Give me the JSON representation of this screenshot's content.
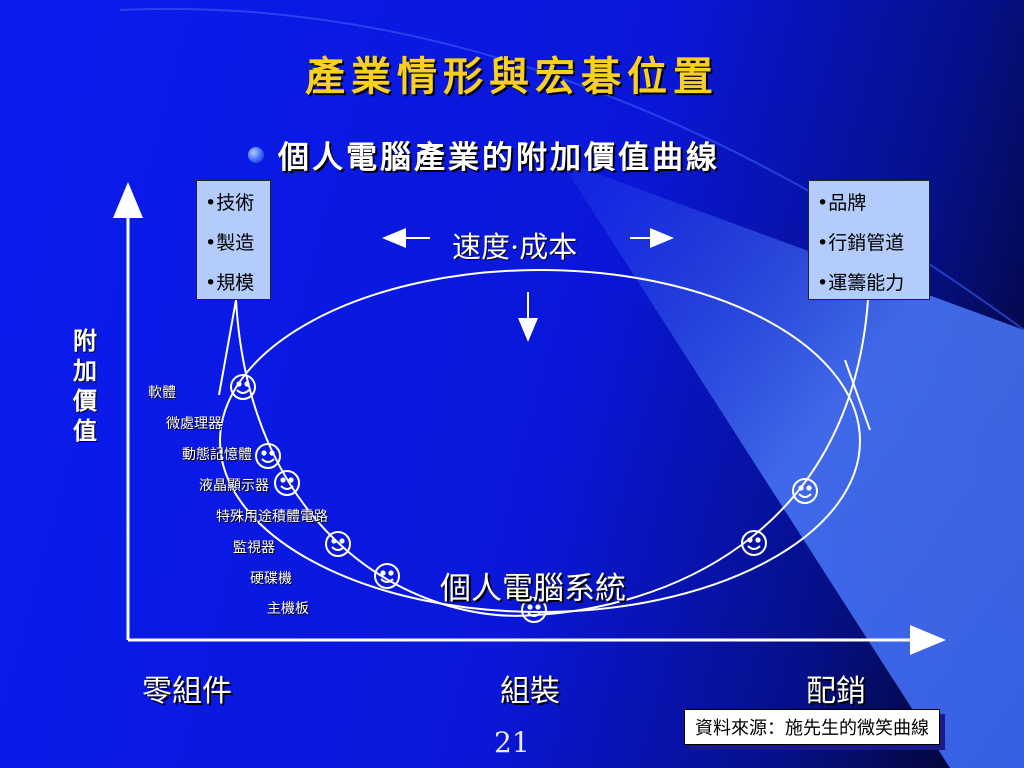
{
  "title": "產業情形與宏碁位置",
  "bullet": "個人電腦產業的附加價值曲線",
  "y_axis_label": [
    "附",
    "加",
    "價",
    "值"
  ],
  "left_box": [
    "•技術",
    "•製造",
    "•規模"
  ],
  "right_box": [
    "•品牌",
    "•行銷管道",
    "•運籌能力"
  ],
  "speed_cost_label": "速度·成本",
  "components": [
    "軟體",
    "微處理器",
    "動態記憶體",
    "液晶顯示器",
    "特殊用途積體電路",
    "監視器",
    "硬碟機",
    "主機板"
  ],
  "center_label": "個人電腦系統",
  "x_axis_labels": [
    "零組件",
    "組裝",
    "配銷"
  ],
  "page_number": "21",
  "source_note": "資料來源：施先生的微笑曲線",
  "colors": {
    "background": "#0a17d8",
    "title": "#f8d020",
    "box_fill": "#b4ccfb",
    "light_beam": "#3f6cf5"
  },
  "icons": [
    "smiley-icon",
    "arrow-left-icon",
    "arrow-right-icon",
    "arrow-down-icon",
    "bullet-dot-icon"
  ]
}
